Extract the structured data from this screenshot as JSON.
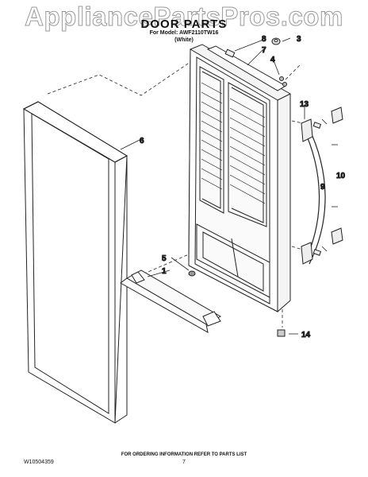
{
  "watermark": "AppliancePartsPros.com",
  "header": {
    "title": "DOOR PARTS",
    "model_line": "For Model: AWF2110TW16",
    "color_line": "(White)"
  },
  "callouts": {
    "c1": "1",
    "c3": "3",
    "c4": "4",
    "c5": "5",
    "c6": "6",
    "c7": "7",
    "c8": "8",
    "c9": "9",
    "c10": "10",
    "c13": "13",
    "c14": "14"
  },
  "footer": {
    "ordering_note": "FOR ORDERING INFORMATION REFER TO PARTS LIST",
    "doc_number": "W10504359",
    "page_number": "7"
  }
}
